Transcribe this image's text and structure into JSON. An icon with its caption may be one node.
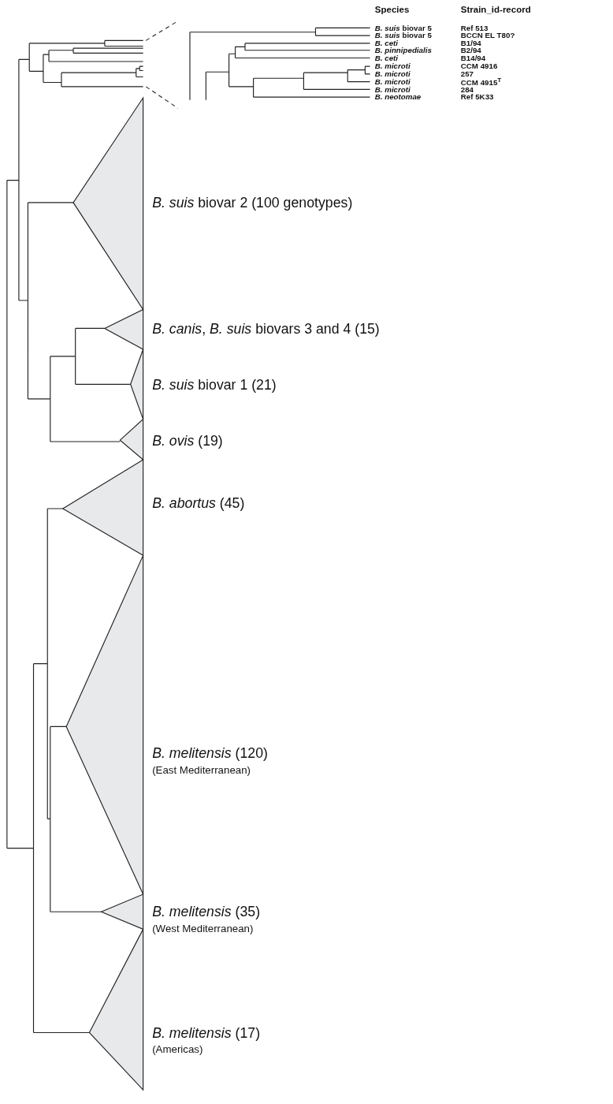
{
  "diagram": {
    "labels": [
      "Species",
      "Strain_id-record",
      "*B. suis* biovar 5",
      "Ref 513",
      "*B. suis* biovar 5",
      "BCCN EL T80?",
      "B. ceti",
      "B1/94",
      "B. pinnipedialis",
      "B2/94",
      "B. ceti",
      "B14/94",
      "B. microti",
      "CCM 4916",
      "B. microti",
      "257",
      "B. microti",
      "CCM 4915$^{T}$",
      "B. microti",
      "284",
      "B. neotomae",
      "Ref 5K33",
      "*B. suis* biovar 2 (100 genotypes)",
      "*B. canis*, *B. suis* biovars 3 and 4 (15)",
      "*B. suis* biovar 1 (21)",
      "*B. ovis* (19)",
      "*B. abortus*  (45)",
      "*B. melitensis* (120)",
      "(East Mediterranean)",
      "*B. melitensis* (35)",
      "(West Mediterranean)",
      "*B. melitensis* (17)",
      "(Americas)"
    ]
  }
}
